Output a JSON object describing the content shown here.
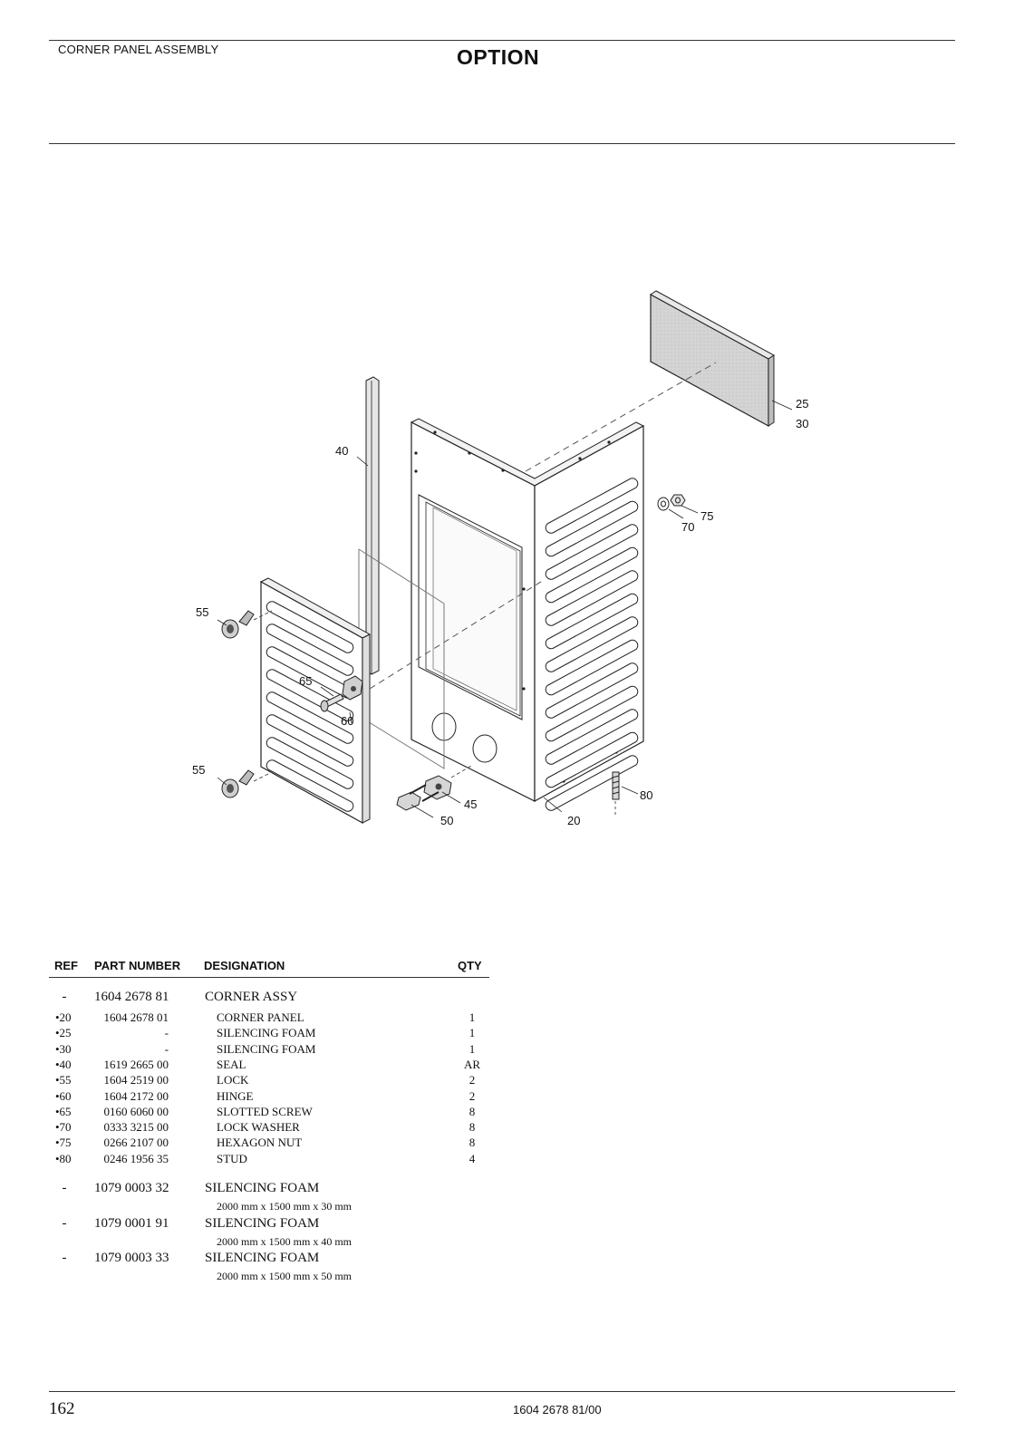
{
  "header": {
    "section_title": "CORNER PANEL ASSEMBLY",
    "option_title": "OPTION"
  },
  "diagram": {
    "callouts": [
      "25",
      "30",
      "40",
      "75",
      "70",
      "55",
      "65",
      "60",
      "55",
      "45",
      "50",
      "20",
      "80"
    ]
  },
  "table": {
    "columns": [
      "REF",
      "PART NUMBER",
      "DESIGNATION",
      "QTY"
    ],
    "main": {
      "ref": "-",
      "part": "1604 2678 81",
      "designation": "CORNER ASSY"
    },
    "rows": [
      {
        "ref": "•20",
        "part": "1604 2678 01",
        "designation": "CORNER PANEL",
        "qty": "1"
      },
      {
        "ref": "•25",
        "part": "-",
        "designation": "SILENCING FOAM",
        "qty": "1"
      },
      {
        "ref": "•30",
        "part": "-",
        "designation": "SILENCING FOAM",
        "qty": "1"
      },
      {
        "ref": "•40",
        "part": "1619 2665 00",
        "designation": "SEAL",
        "qty": "AR"
      },
      {
        "ref": "•55",
        "part": "1604 2519 00",
        "designation": "LOCK",
        "qty": "2"
      },
      {
        "ref": "•60",
        "part": "1604 2172 00",
        "designation": "HINGE",
        "qty": "2"
      },
      {
        "ref": "•65",
        "part": "0160 6060 00",
        "designation": "SLOTTED SCREW",
        "qty": "8"
      },
      {
        "ref": "•70",
        "part": "0333 3215 00",
        "designation": "LOCK WASHER",
        "qty": "8"
      },
      {
        "ref": "•75",
        "part": "0266 2107 00",
        "designation": "HEXAGON NUT",
        "qty": "8"
      },
      {
        "ref": "•80",
        "part": "0246 1956 35",
        "designation": "STUD",
        "qty": "4"
      }
    ],
    "foams": [
      {
        "ref": "-",
        "part": "1079 0003 32",
        "designation": "SILENCING FOAM",
        "note": "2000 mm x 1500 mm x 30 mm"
      },
      {
        "ref": "-",
        "part": "1079 0001 91",
        "designation": "SILENCING FOAM",
        "note": "2000 mm x 1500 mm x 40 mm"
      },
      {
        "ref": "-",
        "part": "1079 0003 33",
        "designation": "SILENCING FOAM",
        "note": "2000 mm x 1500 mm x 50 mm"
      }
    ]
  },
  "footer": {
    "page_number": "162",
    "doc_number": "1604 2678 81/00"
  }
}
